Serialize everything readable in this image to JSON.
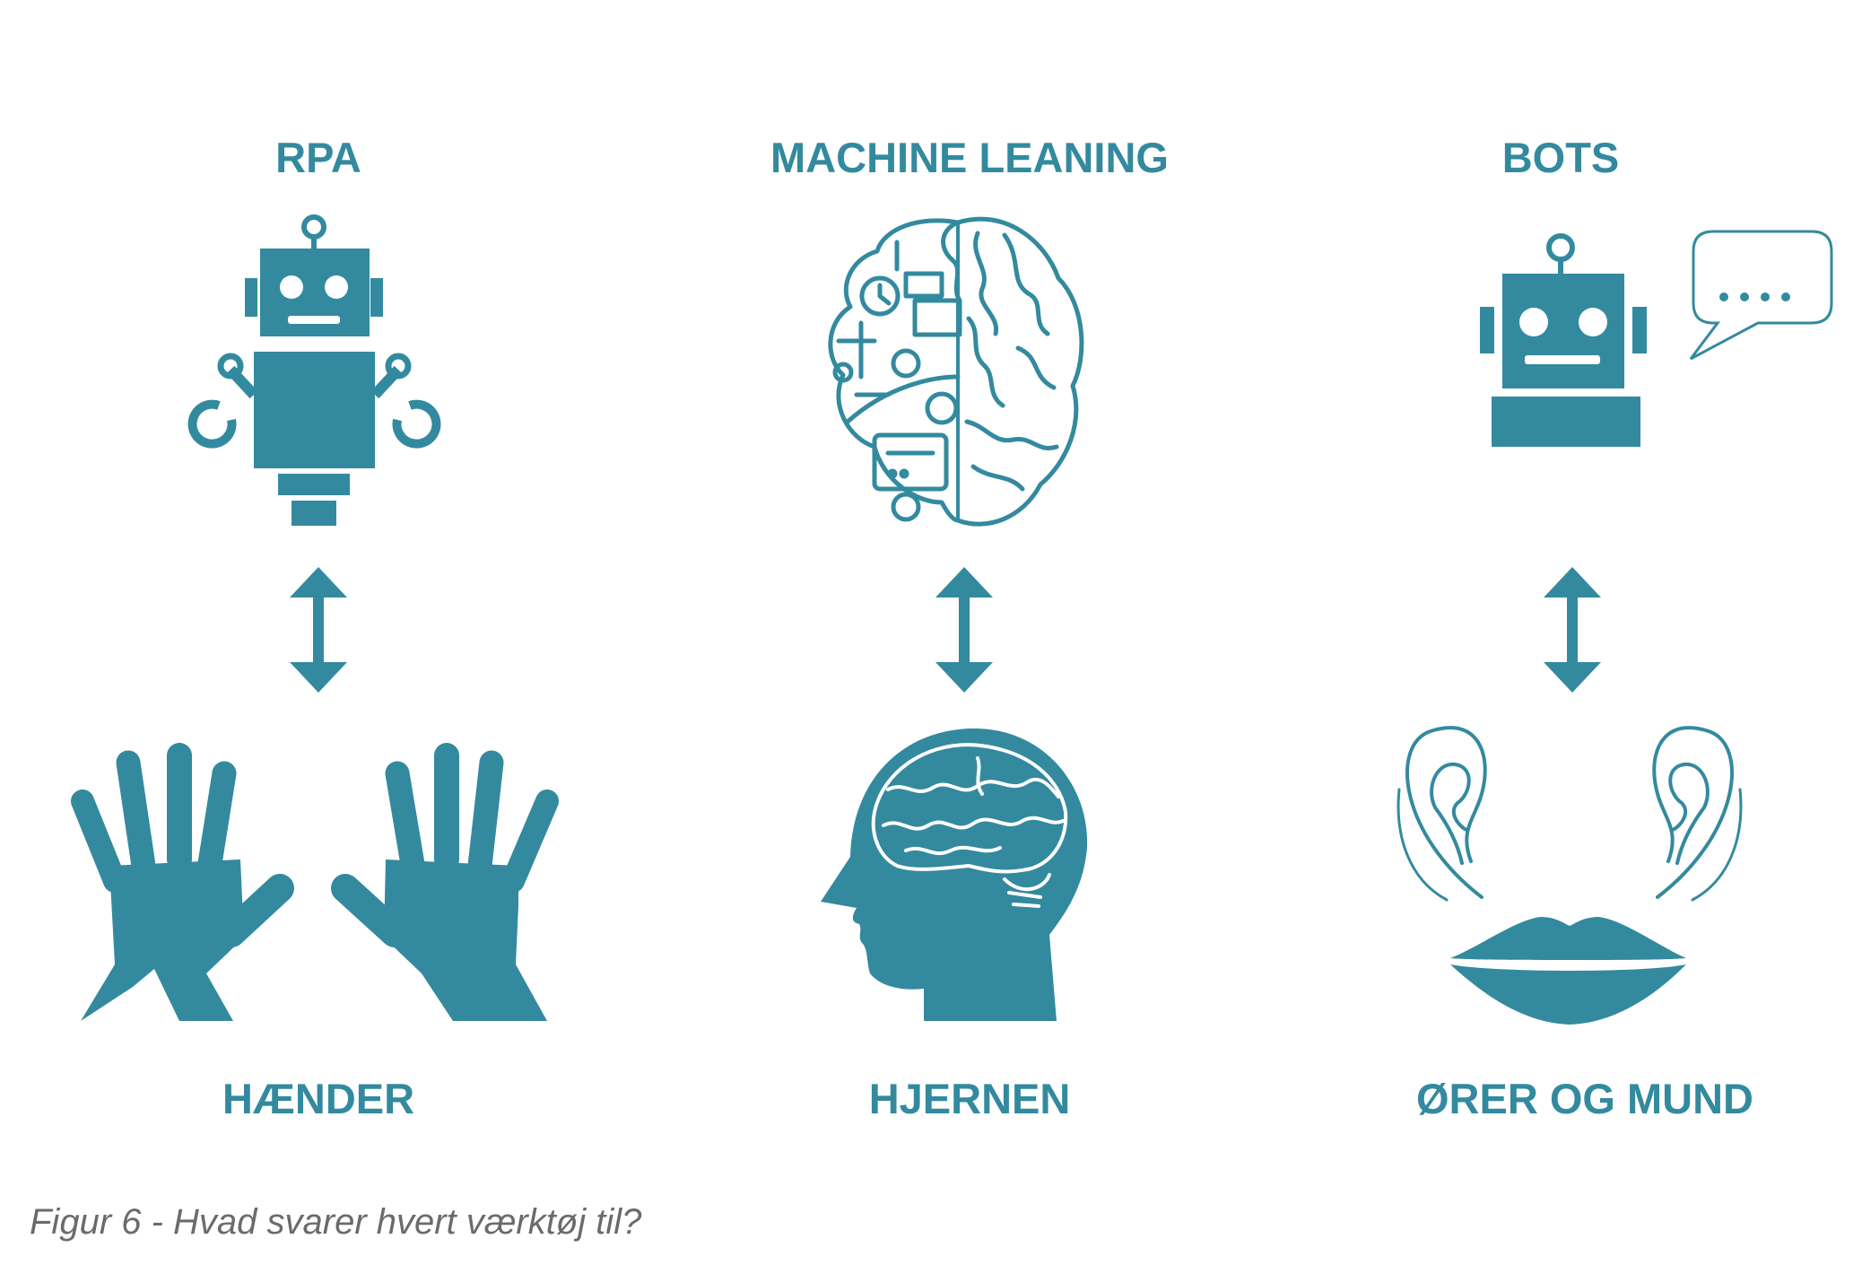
{
  "columns": [
    {
      "tool": "RPA",
      "counterpart": "HÆNDER"
    },
    {
      "tool": "MACHINE LEANING",
      "counterpart": "HJERNEN"
    },
    {
      "tool": "BOTS",
      "counterpart": "ØRER OG MUND"
    }
  ],
  "caption": "Figur 6 - Hvad svarer hvert værktøj til?",
  "colors": {
    "accent": "#338a9f",
    "caption": "#6b6b6b",
    "background": "#ffffff"
  },
  "icons": [
    "robot-icon",
    "machine-brain-icon",
    "chat-robot-icon",
    "speech-bubble-icon",
    "double-arrow-icon",
    "hands-icon",
    "human-head-icon",
    "ears-icon",
    "lips-icon"
  ]
}
